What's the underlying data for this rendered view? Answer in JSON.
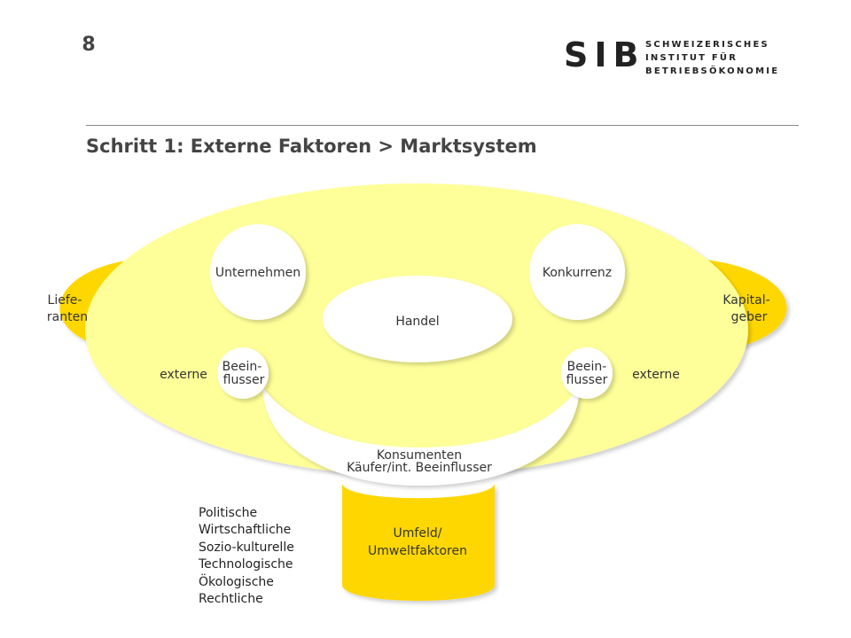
{
  "header": {
    "page_number": "8",
    "logo_letters": "SIB",
    "logo_lines": [
      "SCHWEIZERISCHES",
      "INSTITUT FÜR",
      "BETRIEBSÖKONOMIE"
    ]
  },
  "title": "Schritt 1: Externe Faktoren > Marktsystem",
  "diagram": {
    "left_side": [
      "Liefe-",
      "ranten"
    ],
    "right_side": [
      "Kapital-",
      "geber"
    ],
    "company": "Unternehmen",
    "competition": "Konkurrenz",
    "trade": "Handel",
    "influencer_left": [
      "Beein-",
      "flusser"
    ],
    "influencer_right": [
      "Beein-",
      "flusser"
    ],
    "external_left": "externe",
    "external_right": "externe",
    "consumers": [
      "Konsumenten",
      "Käufer/int. Beeinflusser"
    ],
    "environment": [
      "Umfeld/",
      "Umweltfaktoren"
    ]
  },
  "factors": [
    "Politische",
    "Wirtschaftliche",
    "Sozio-kulturelle",
    "Technologische",
    "Ökologische",
    "Rechtliche"
  ],
  "colors": {
    "light_yellow": "#FFFF99",
    "dark_yellow": "#FFD700",
    "white": "#FFFFFF",
    "text": "#333333"
  }
}
